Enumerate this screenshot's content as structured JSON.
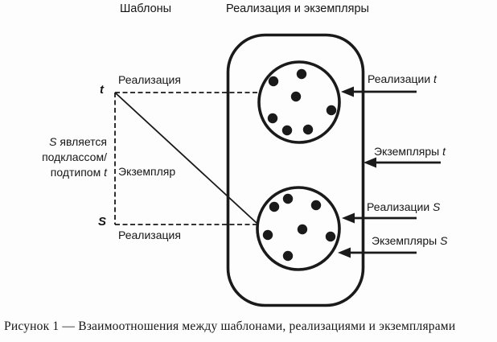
{
  "colors": {
    "ink": "#1a1a1a",
    "paper": "#fdfdfd"
  },
  "titles": {
    "templates": "Шаблоны",
    "realizations_instances": "Реализация и экземпляры"
  },
  "template_axis": {
    "t": "t",
    "s": "S",
    "realization_top": "Реализация",
    "realization_bottom": "Реализация",
    "instance": "Экземпляр",
    "subclass_note": {
      "line1_italic": "S",
      "line1_rest": " является",
      "line2": "подклассом/",
      "line3_rest": "подтипом ",
      "line3_italic": "t"
    }
  },
  "right_labels": {
    "realizations_t": {
      "text": "Реализации ",
      "italic": "t"
    },
    "instances_t": {
      "text": "Экземпляры ",
      "italic": "t"
    },
    "realizations_s": {
      "text": "Реализации ",
      "italic": "S"
    },
    "instances_s": {
      "text": "Экземпляры ",
      "italic": "S"
    }
  },
  "caption": "Рисунок 1 — Взаимоотношения между шаблонами, реализациями и экземплярами"
}
